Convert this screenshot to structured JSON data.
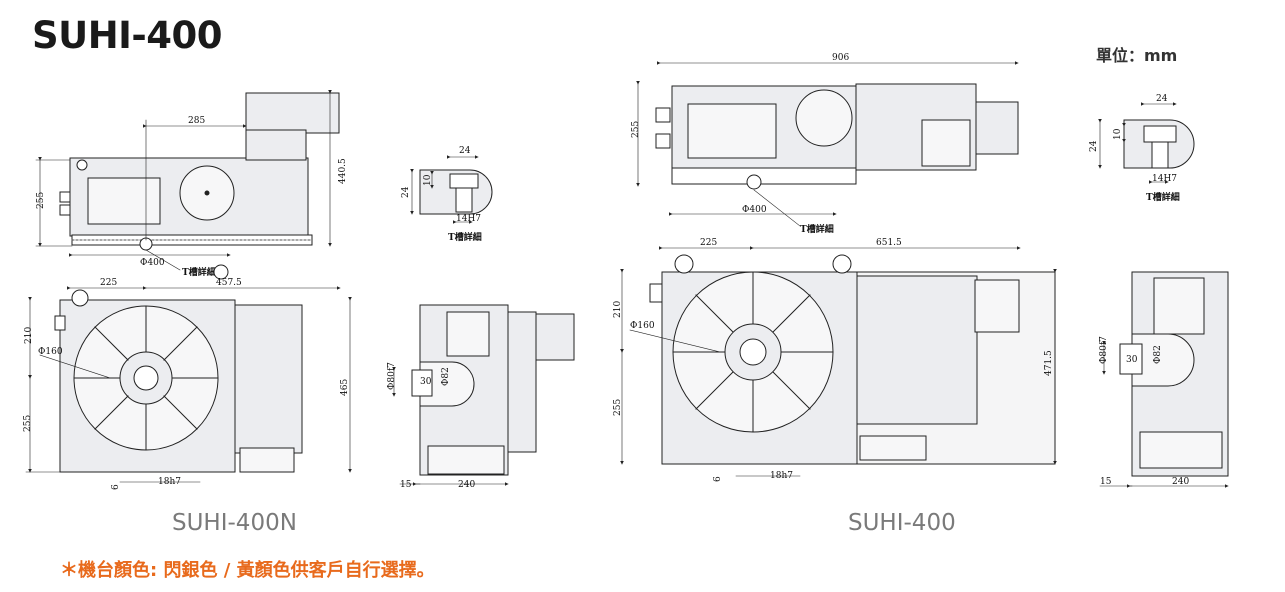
{
  "title": "SUHI-400",
  "unit_label": "單位：mm",
  "captions": {
    "left": "SUHI-400N",
    "right": "SUHI-400"
  },
  "note": "＊機台顏色: 閃銀色 / 黃顏色供客戶自行選擇。",
  "colors": {
    "note": "#e86a1c",
    "caption": "#7a7a7a",
    "fill": "#ecedf0",
    "line": "#222222"
  },
  "left_model": {
    "top_view": {
      "dim_285": "285",
      "dim_255": "255",
      "dim_440_5": "440.5",
      "dim_400": "Φ400",
      "callout": "T槽詳細"
    },
    "front_view": {
      "dim_225": "225",
      "dim_457_5": "457.5",
      "dim_210": "210",
      "dim_255": "255",
      "dim_465": "465",
      "dim_160": "Φ160",
      "dim_18h7": "18h7",
      "dim_6": "6"
    },
    "tslot": {
      "dim_24": "24",
      "dim_24v": "24",
      "dim_10": "10",
      "dim_14h7": "14H7",
      "callout": "T槽詳細"
    },
    "side_view": {
      "dim_80f7": "Φ80f7",
      "dim_82": "Φ82",
      "dim_30": "30",
      "dim_15": "15",
      "dim_240": "240"
    }
  },
  "right_model": {
    "top_view": {
      "dim_906": "906",
      "dim_255": "255",
      "dim_400": "Φ400",
      "callout": "T槽詳細"
    },
    "front_view": {
      "dim_225": "225",
      "dim_651_5": "651.5",
      "dim_210": "210",
      "dim_255": "255",
      "dim_471_5": "471.5",
      "dim_160": "Φ160",
      "dim_18h7": "18h7",
      "dim_6": "6"
    },
    "tslot": {
      "dim_24": "24",
      "dim_24v": "24",
      "dim_10": "10",
      "dim_14h7": "14H7",
      "callout": "T槽詳細"
    },
    "side_view": {
      "dim_80f7": "Φ80f7",
      "dim_82": "Φ82",
      "dim_30": "30",
      "dim_15": "15",
      "dim_240": "240"
    }
  }
}
